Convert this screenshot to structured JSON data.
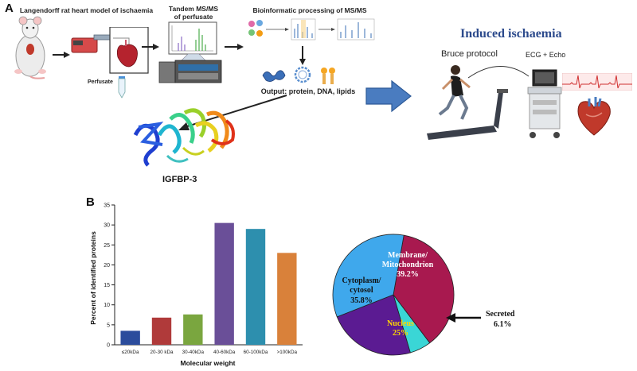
{
  "panel_a": {
    "letter": "A",
    "step1_title": "Langendorff rat heart model of ischaemia",
    "perfusate_label": "Perfusate",
    "step2_title_line1": "Tandem MS/MS",
    "step2_title_line2": "of perfusate",
    "step3_title": "Bioinformatic processing of MS/MS",
    "output_label": "Output: protein, DNA, lipids",
    "protein_label": "IGFBP-3",
    "induced_title": "Induced ischaemia",
    "bruce_label": "Bruce protocol",
    "ecg_label": "ECG + Echo"
  },
  "panel_b": {
    "letter": "B",
    "pie_labels": {
      "membrane_line1": "Membrane/",
      "membrane_line2": "Mitochondrion",
      "membrane_pct": "39.2%",
      "cytoplasm_line1": "Cytoplasm/",
      "cytoplasm_line2": "cytosol",
      "cytoplasm_pct": "35.8%",
      "nucleus_line1": "Nucleus",
      "nucleus_pct": "25%",
      "secreted_line1": "Secreted",
      "secreted_pct": "6.1%"
    }
  },
  "colors": {
    "arrow_blue": "#4a7cc0",
    "title_blue": "#2c4a8c",
    "membrane": "#a8194f",
    "cytoplasm": "#3fa8ec",
    "nucleus": "#5b1b92",
    "secreted": "#3ad6d6",
    "nucleus_text": "#ffd700"
  },
  "chart_data": [
    {
      "type": "bar",
      "categories": [
        "≤20kDa",
        "20-30 kDa",
        "30-40kDa",
        "40-60kDa",
        "60-100kDa",
        ">100kDa"
      ],
      "values": [
        3.5,
        6.8,
        7.6,
        30.5,
        29.0,
        23.0
      ],
      "colors": [
        "#2b4c9c",
        "#b03a3a",
        "#7aa63f",
        "#6a4f98",
        "#2d8fae",
        "#d9813a"
      ],
      "xlabel": "Molecular weight",
      "ylabel": "Percent of identified proteins",
      "ylim": [
        0,
        35
      ],
      "yticks": [
        0,
        5,
        10,
        15,
        20,
        25,
        30,
        35
      ],
      "grid": false
    },
    {
      "type": "pie",
      "labels": [
        "Membrane/Mitochondrion",
        "Secreted",
        "Nucleus",
        "Cytoplasm/cytosol"
      ],
      "values": [
        39.2,
        6.1,
        25,
        35.8
      ],
      "colors": [
        "#a8194f",
        "#3ad6d6",
        "#5b1b92",
        "#3fa8ec"
      ]
    }
  ]
}
